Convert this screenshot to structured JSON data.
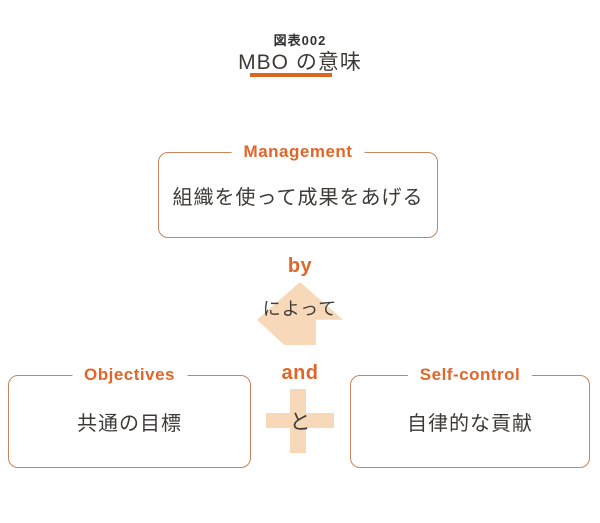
{
  "header": {
    "figure_label": "図表002",
    "title": "MBO の意味"
  },
  "diagram": {
    "management": {
      "title": "Management",
      "body": "組織を使って成果をあげる"
    },
    "by": {
      "en": "by",
      "ja": "によって"
    },
    "objectives": {
      "title": "Objectives",
      "body": "共通の目標"
    },
    "and": {
      "en": "and",
      "ja": "と"
    },
    "self_control": {
      "title": "Self-control",
      "body": "自律的な貢献"
    }
  },
  "icons": {
    "up_arrow": "up-arrow-icon",
    "plus": "plus-icon"
  },
  "colors": {
    "accent": "#e0662a",
    "border": "#c9845c",
    "shape": "#f7d9ba",
    "text": "#3d3a38",
    "underline": "#d9671f",
    "bg": "#ffffff"
  }
}
